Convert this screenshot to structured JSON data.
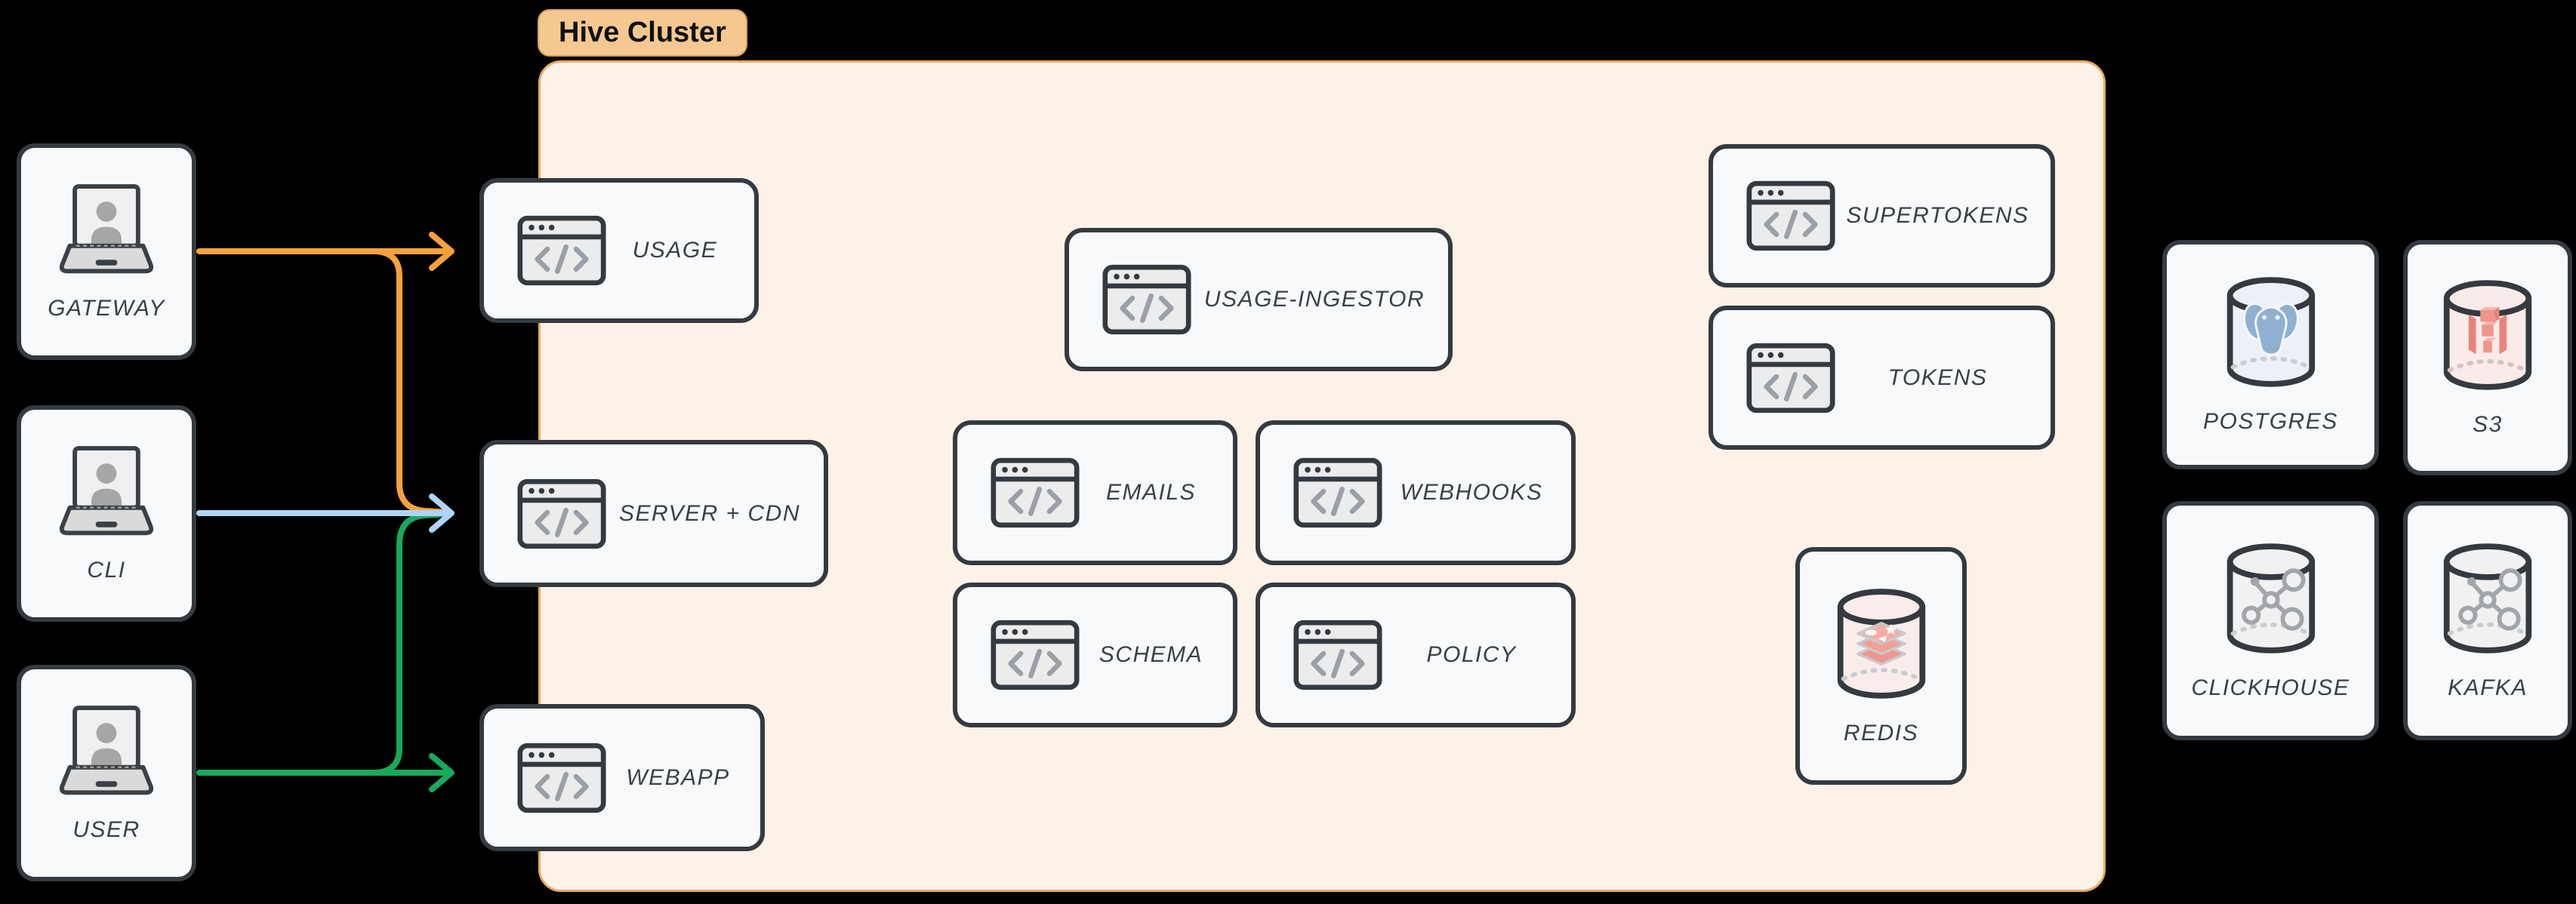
{
  "title": "Hive Cluster architecture diagram",
  "cluster": {
    "label": "Hive Cluster"
  },
  "colors": {
    "background": "#000000",
    "cluster_bg": "#fdf2e8",
    "cluster_border": "#efa95f",
    "pill_bg": "#f6c891",
    "node_bg": "#f8f9fa",
    "node_border": "#343a40",
    "label_text": "#3b4046",
    "edge_orange": "#f8a13c",
    "edge_blue": "#aed4f5",
    "edge_green": "#18a95b",
    "redis_accent": "#f0958b",
    "postgres_accent": "#8fb0d1",
    "s3_accent": "#ec8f85",
    "molecule_gray": "#a2a6aa"
  },
  "nodes": {
    "gateway": {
      "label": "GATEWAY",
      "icon": "laptop-user-icon"
    },
    "cli": {
      "label": "CLI",
      "icon": "laptop-user-icon"
    },
    "user": {
      "label": "USER",
      "icon": "laptop-user-icon"
    },
    "usage": {
      "label": "USAGE",
      "icon": "code-window-icon"
    },
    "server_cdn": {
      "label": "SERVER + CDN",
      "icon": "code-window-icon"
    },
    "webapp": {
      "label": "WEBAPP",
      "icon": "code-window-icon"
    },
    "usage_ingestor": {
      "label": "USAGE-INGESTOR",
      "icon": "code-window-icon"
    },
    "emails": {
      "label": "EMAILS",
      "icon": "code-window-icon"
    },
    "webhooks": {
      "label": "WEBHOOKS",
      "icon": "code-window-icon"
    },
    "schema": {
      "label": "SCHEMA",
      "icon": "code-window-icon"
    },
    "policy": {
      "label": "POLICY",
      "icon": "code-window-icon"
    },
    "supertokens": {
      "label": "SUPERTOKENS",
      "icon": "code-window-icon"
    },
    "tokens": {
      "label": "TOKENS",
      "icon": "code-window-icon"
    },
    "redis": {
      "label": "REDIS",
      "icon": "redis-db-icon"
    },
    "postgres": {
      "label": "POSTGRES",
      "icon": "postgres-db-icon"
    },
    "s3": {
      "label": "S3",
      "icon": "s3-db-icon"
    },
    "clickhouse": {
      "label": "CLICKHOUSE",
      "icon": "clickhouse-db-icon"
    },
    "kafka": {
      "label": "KAFKA",
      "icon": "kafka-db-icon"
    }
  },
  "edges": [
    {
      "from": "gateway",
      "to": "usage",
      "color": "orange"
    },
    {
      "from": "gateway",
      "to": "server_cdn",
      "color": "orange"
    },
    {
      "from": "cli",
      "to": "server_cdn",
      "color": "blue"
    },
    {
      "from": "user",
      "to": "server_cdn",
      "color": "green"
    },
    {
      "from": "user",
      "to": "webapp",
      "color": "green"
    }
  ]
}
